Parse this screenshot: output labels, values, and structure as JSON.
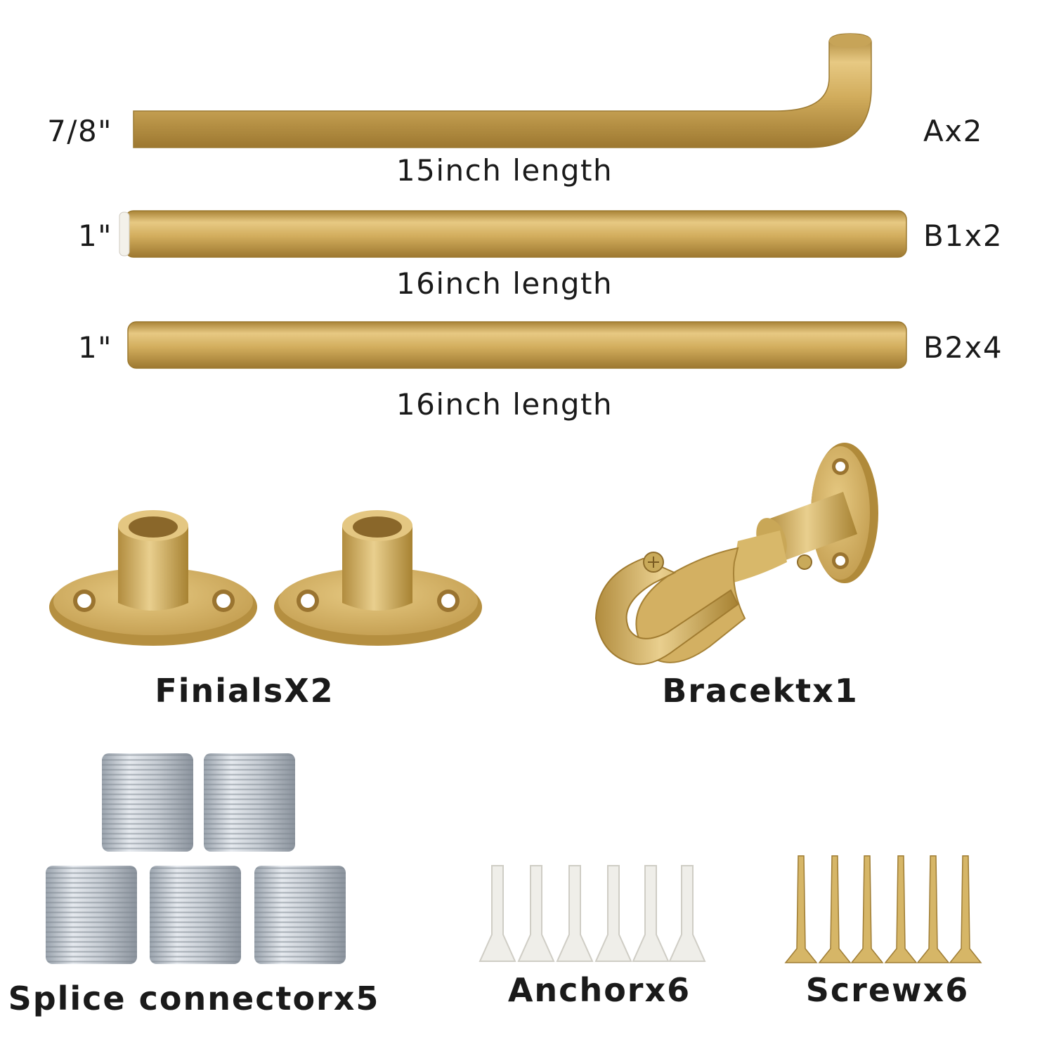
{
  "rods": [
    {
      "diameter": "7/8\"",
      "code": "Ax2",
      "length": "15inch length"
    },
    {
      "diameter": "1\"",
      "code": "B1x2",
      "length": "16inch length"
    },
    {
      "diameter": "1\"",
      "code": "B2x4",
      "length": "16inch length"
    }
  ],
  "parts": {
    "finials": "FinialsX2",
    "bracket": "Bracektx1",
    "splice": "Splice connectorx5",
    "anchor": "Anchorx6",
    "screw": "Screwx6"
  },
  "colors": {
    "gold": "#d4b060",
    "gold_dark": "#b08a3a",
    "silver": "#c8ced6",
    "anchor_white": "#eeede8"
  }
}
